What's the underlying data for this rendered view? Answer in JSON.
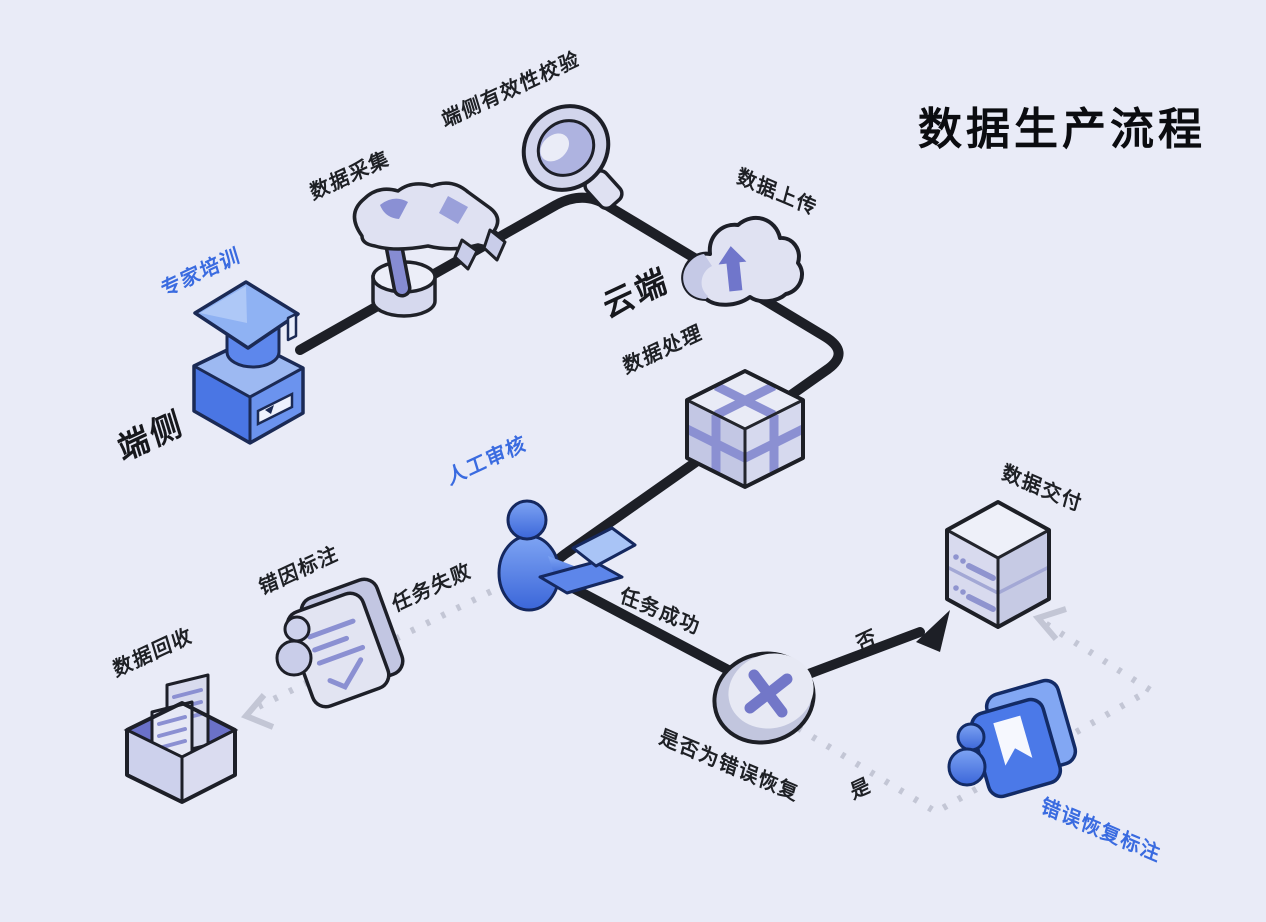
{
  "title": "数据生产流程",
  "zones": {
    "device": "端侧",
    "cloud": "云端"
  },
  "steps": {
    "expert_training": "专家培训",
    "data_collection": "数据采集",
    "device_validation": "端侧有效性校验",
    "data_upload": "数据上传",
    "data_processing": "数据处理",
    "manual_review": "人工审核",
    "error_cause_annotation": "错因标注",
    "data_recycle": "数据回收",
    "data_delivery": "数据交付",
    "error_recovery_annotation": "错误恢复标注"
  },
  "edges": {
    "task_success": "任务成功",
    "task_failed": "任务失败"
  },
  "decision": {
    "question": "是否为错误恢复",
    "yes": "是",
    "no": "否"
  },
  "colors": {
    "background": "#e9ebf7",
    "flow_line": "#1d1f26",
    "dotted_line": "#c3c6d5",
    "label_dark": "#1e2025",
    "label_blue": "#3a6be0",
    "icon_blue": "#4b79e8",
    "icon_lavender": "#dfe1f2",
    "icon_purple": "#8b90d2"
  },
  "icons": {
    "expert_training": "podium-graduation-icon",
    "data_collection": "robot-arm-icon",
    "device_validation": "magnifier-icon",
    "data_upload": "cloud-upload-icon",
    "data_processing": "cube-cluster-icon",
    "manual_review": "person-laptop-icon",
    "decision": "x-disc-icon",
    "data_delivery": "server-icon",
    "error_cause_annotation": "person-document-icon",
    "data_recycle": "box-documents-icon",
    "error_recovery_annotation": "person-book-icon"
  }
}
